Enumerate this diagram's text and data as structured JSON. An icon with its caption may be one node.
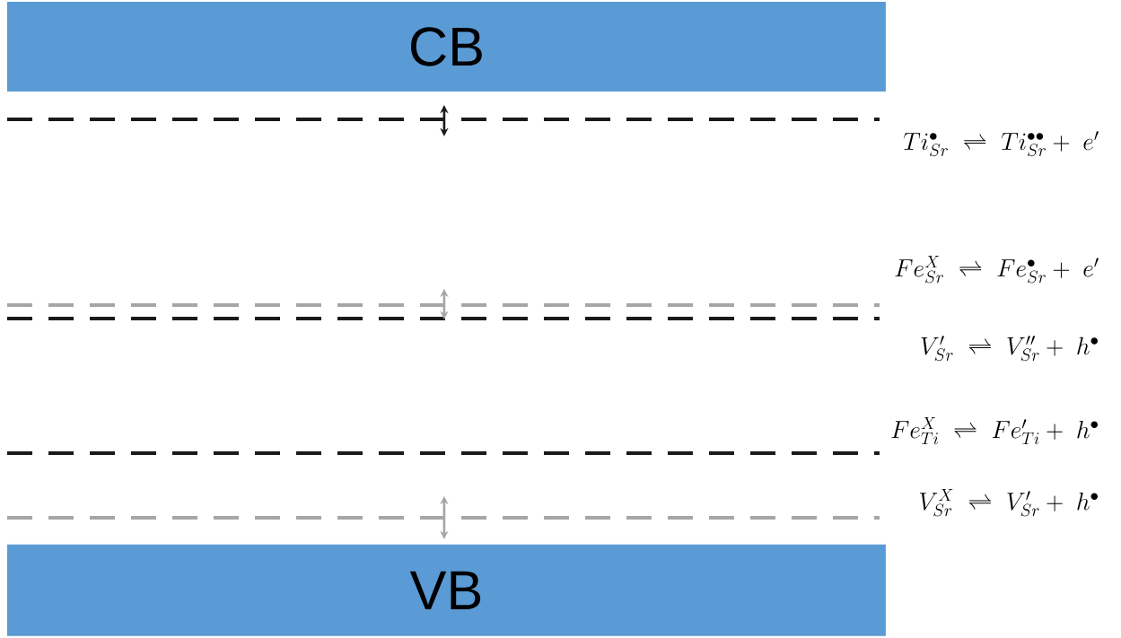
{
  "diagram": {
    "nodes": [
      {
        "text": [
          "CB"
        ]
      },
      {
        "text": [
          "VB"
        ]
      }
    ],
    "labels": [
      "Ti_{Sr}^{\\bullet}\\;\\rightleftharpoons\\;Ti_{Sr}^{\\bullet\\bullet}+\\;e'",
      "Fe_{Sr}^{X}\\;\\rightleftharpoons\\;Fe_{Sr}^{\\bullet}+\\;e'",
      "V_{Sr}'\\;\\rightleftharpoons\\;V_{Sr}''+\\;h^{\\bullet}",
      "Fe_{Ti}^{X}\\;\\rightleftharpoons\\;Fe_{Ti}'+\\;h^{\\bullet}",
      "V_{Sr}^{X}\\;\\rightleftharpoons\\;V_{Sr}'+\\;h^{\\bullet}"
    ]
  }
}
